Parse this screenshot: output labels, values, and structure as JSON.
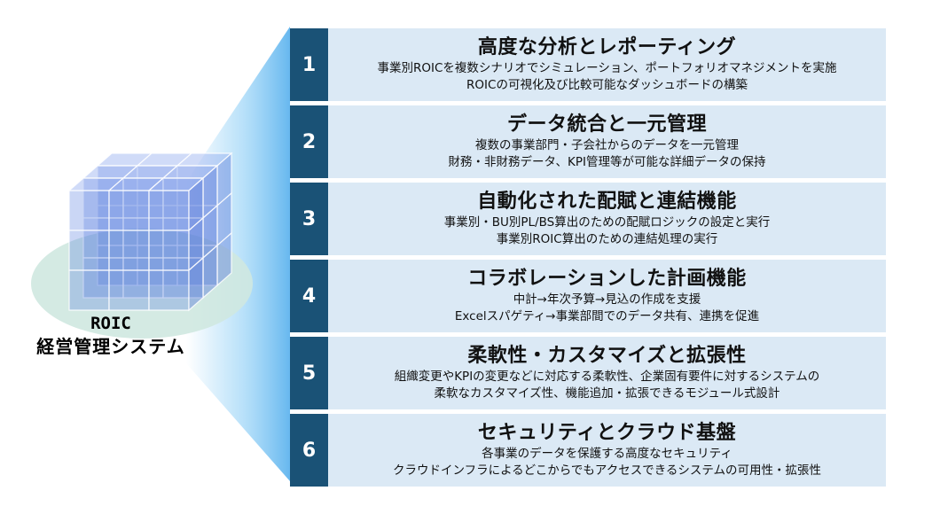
{
  "system": {
    "acronym": "ROIC",
    "name": "経営管理システム"
  },
  "colors": {
    "number_box": "#1a5276",
    "row_background": "#dbe9f5",
    "beam": "#7fc8f5",
    "cube": "#5b7fe0",
    "ellipse": "#cfe8e0"
  },
  "features": [
    {
      "number": "1",
      "title": "高度な分析とレポーティング",
      "lines": [
        "事業別ROICを複数シナリオでシミュレーション、ポートフォリオマネジメントを実施",
        "ROICの可視化及び比較可能なダッシュボードの構築"
      ]
    },
    {
      "number": "2",
      "title": "データ統合と一元管理",
      "lines": [
        "複数の事業部門・子会社からのデータを一元管理",
        "財務・非財務データ、KPI管理等が可能な詳細データの保持"
      ]
    },
    {
      "number": "3",
      "title": "自動化された配賦と連結機能",
      "lines": [
        "事業別・BU別PL/BS算出のための配賦ロジックの設定と実行",
        "事業別ROIC算出のための連結処理の実行"
      ]
    },
    {
      "number": "4",
      "title": "コラボレーションした計画機能",
      "lines": [
        "中計→年次予算→見込の作成を支援",
        "Excelスパゲティ→事業部間でのデータ共有、連携を促進"
      ]
    },
    {
      "number": "5",
      "title": "柔軟性・カスタマイズと拡張性",
      "lines": [
        "組織変更やKPIの変更などに対応する柔軟性、企業固有要件に対するシステムの",
        "柔軟なカスタマイズ性、機能追加・拡張できるモジュール式設計"
      ]
    },
    {
      "number": "6",
      "title": "セキュリティとクラウド基盤",
      "lines": [
        "各事業のデータを保護する高度なセキュリティ",
        "クラウドインフラによるどこからでもアクセスできるシステムの可用性・拡張性"
      ]
    }
  ]
}
